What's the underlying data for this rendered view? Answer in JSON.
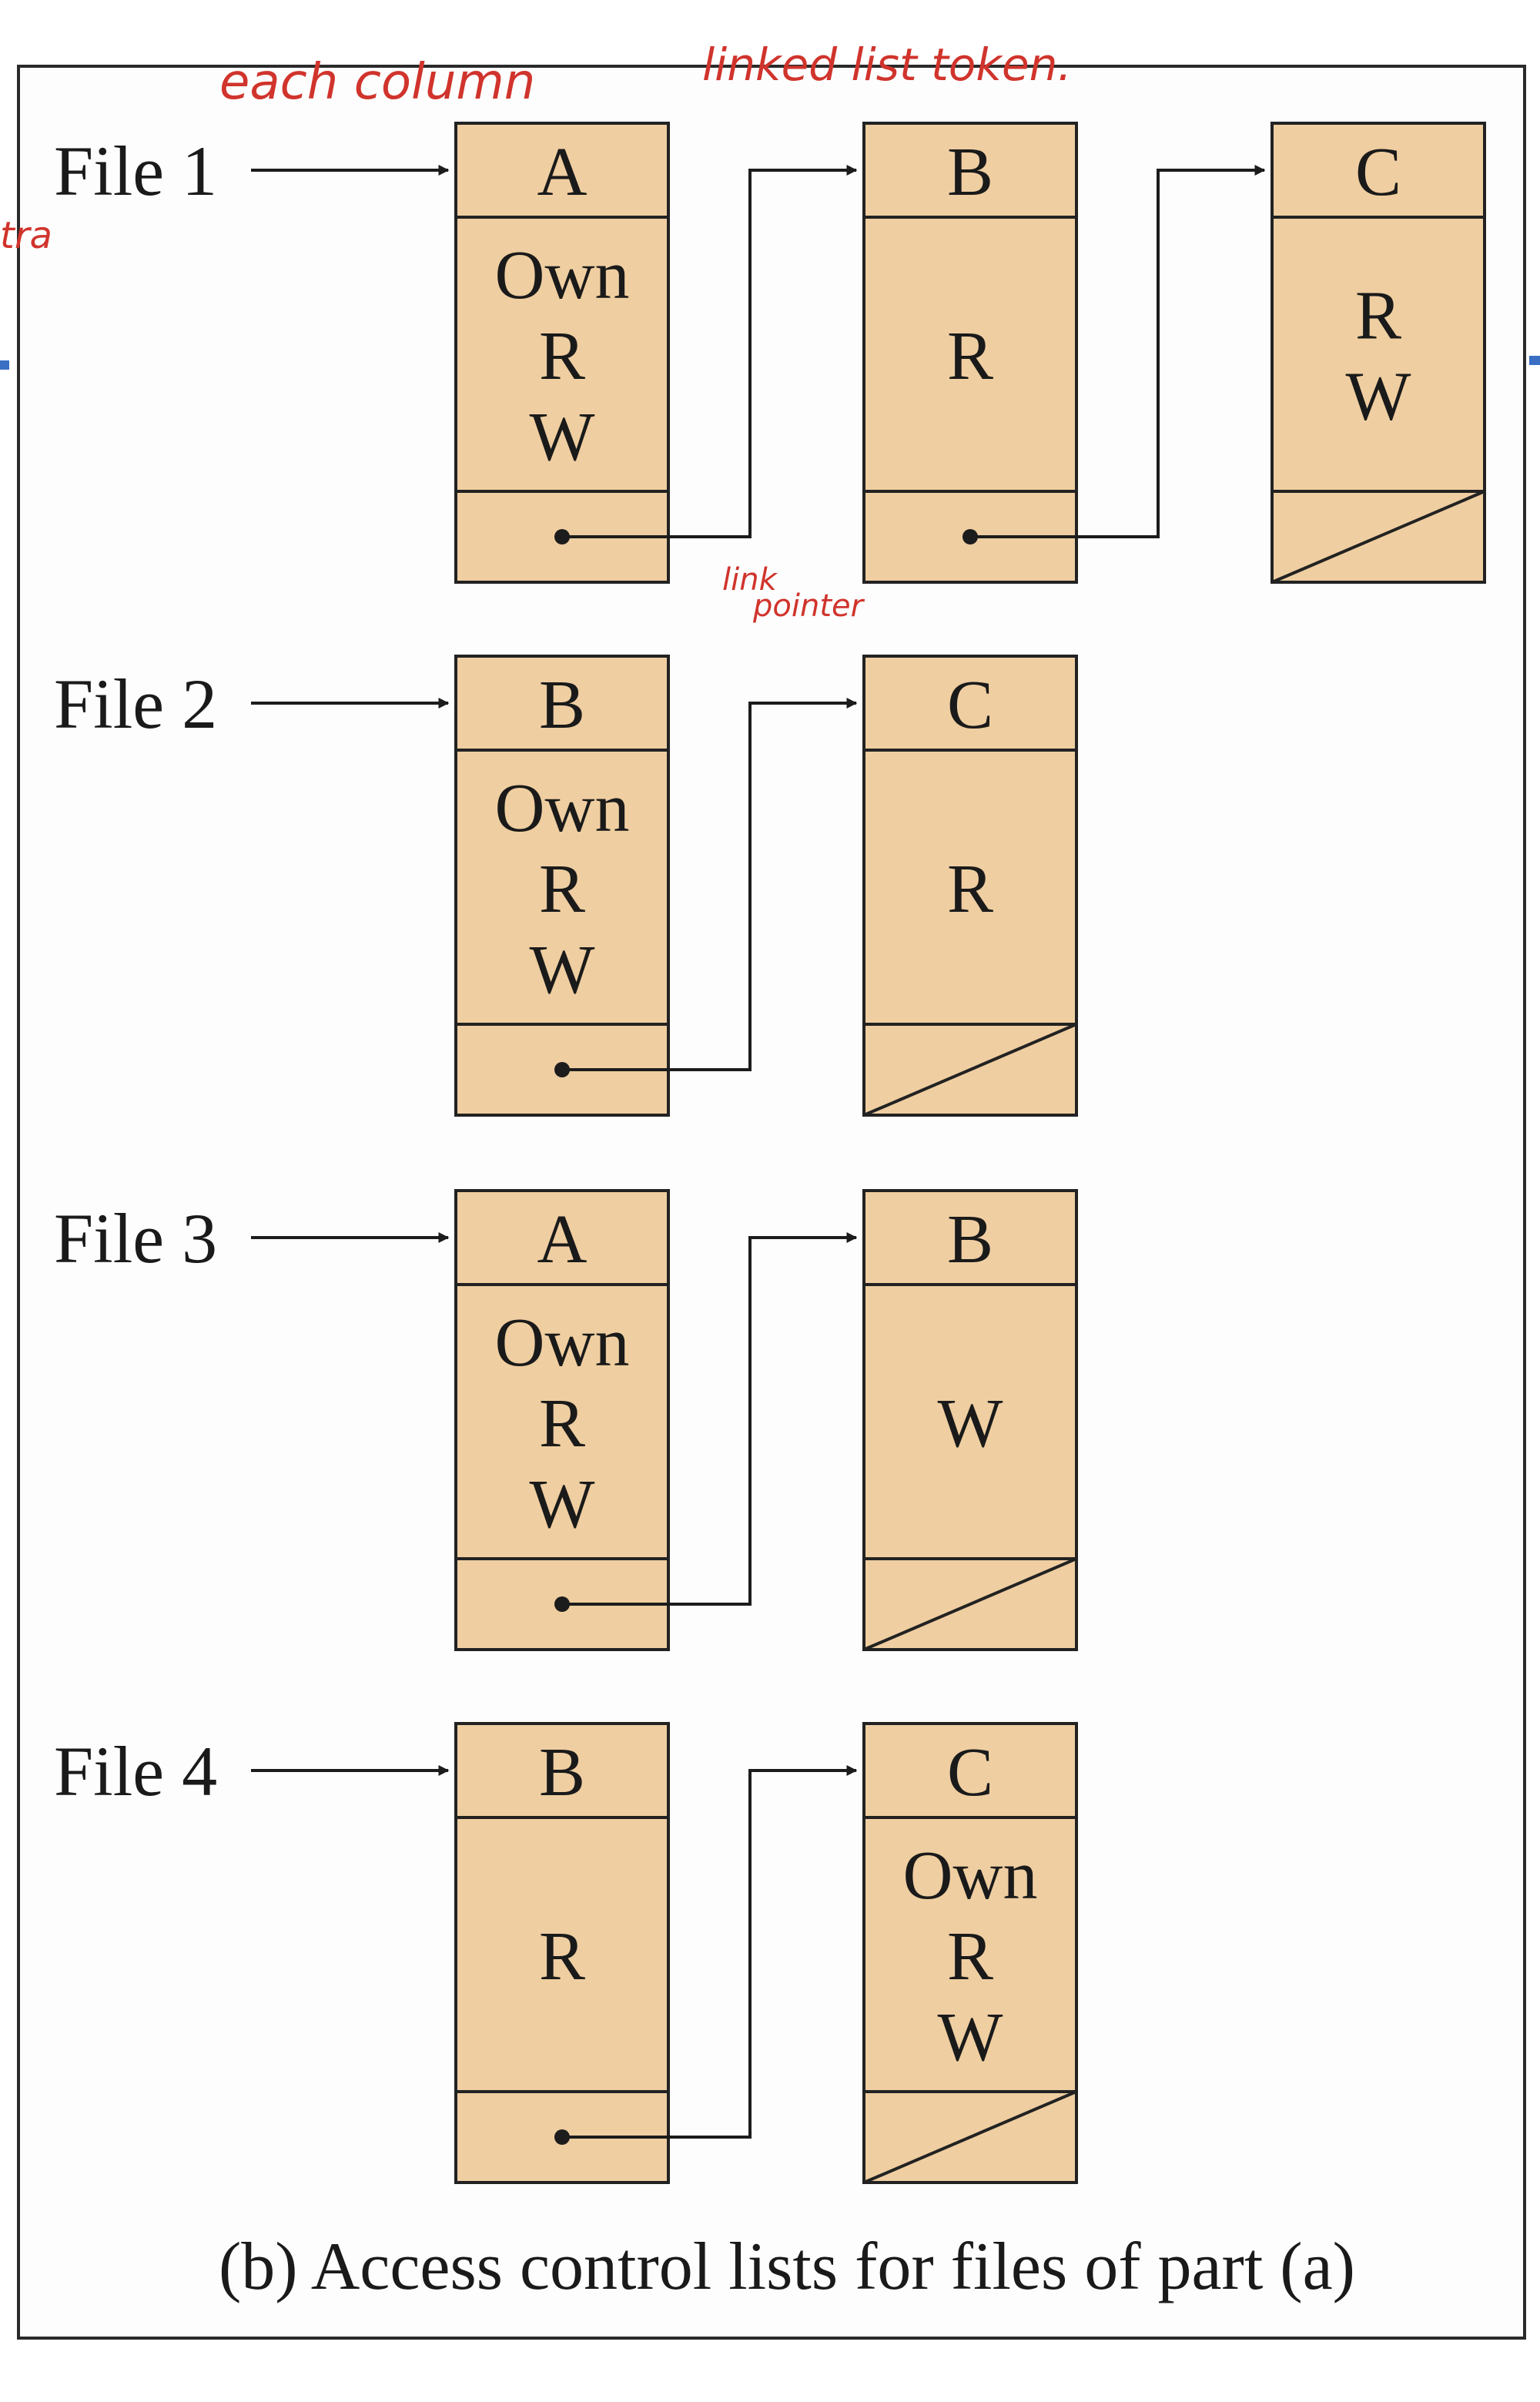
{
  "caption": "(b) Access control lists for files of part (a)",
  "annotations": {
    "top_left": "each column",
    "top_mid": "linked list token.",
    "edge_fragment": "tra",
    "pointer_note_line1": "link",
    "pointer_note_line2": "pointer"
  },
  "colors": {
    "node_fill": "#efcea1",
    "ink": "#1a1a1a",
    "annotation": "#d0342c",
    "edge_marker": "#3a6fc4"
  },
  "files": [
    {
      "label": "File 1",
      "nodes": [
        {
          "user": "A",
          "rights": [
            "Own",
            "R",
            "W"
          ],
          "next": true
        },
        {
          "user": "B",
          "rights": [
            "R"
          ],
          "next": true
        },
        {
          "user": "C",
          "rights": [
            "R",
            "W"
          ],
          "next": false
        }
      ]
    },
    {
      "label": "File 2",
      "nodes": [
        {
          "user": "B",
          "rights": [
            "Own",
            "R",
            "W"
          ],
          "next": true
        },
        {
          "user": "C",
          "rights": [
            "R"
          ],
          "next": false
        }
      ]
    },
    {
      "label": "File 3",
      "nodes": [
        {
          "user": "A",
          "rights": [
            "Own",
            "R",
            "W"
          ],
          "next": true
        },
        {
          "user": "B",
          "rights": [
            "W"
          ],
          "next": false
        }
      ]
    },
    {
      "label": "File 4",
      "nodes": [
        {
          "user": "B",
          "rights": [
            "R"
          ],
          "next": true
        },
        {
          "user": "C",
          "rights": [
            "Own",
            "R",
            "W"
          ],
          "next": false
        }
      ]
    }
  ]
}
